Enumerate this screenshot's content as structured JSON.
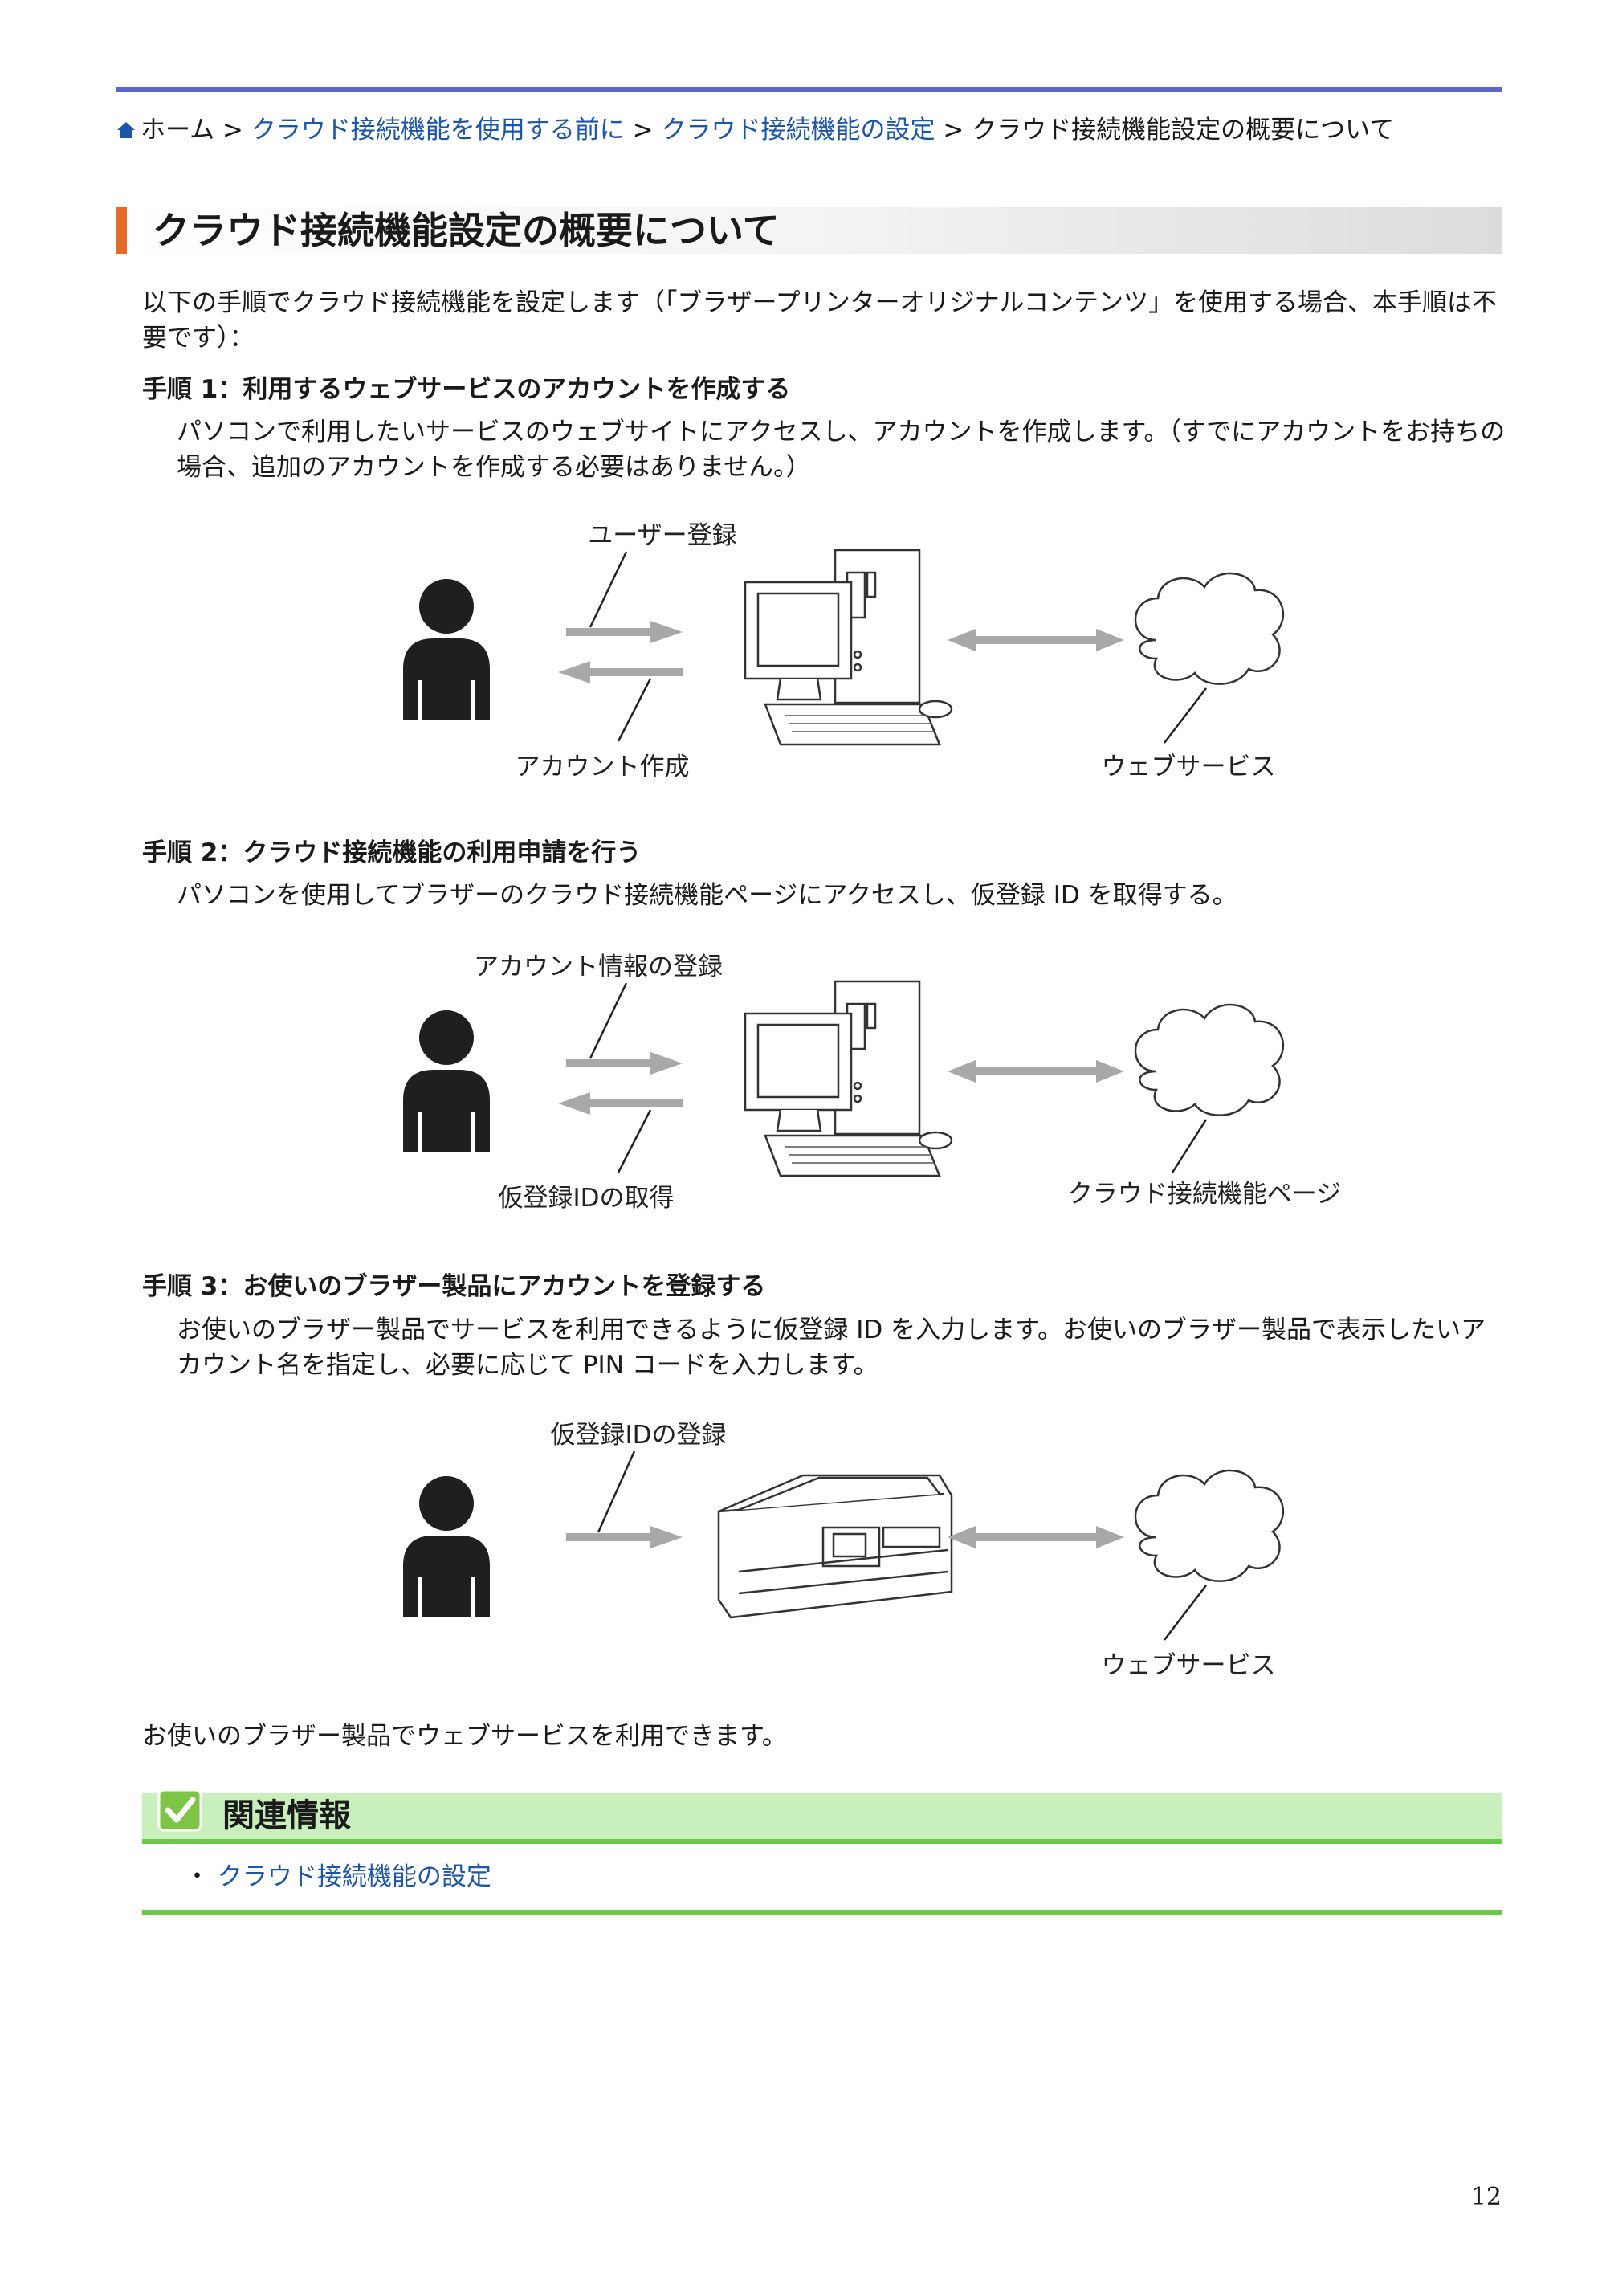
{
  "breadcrumb": {
    "home": "ホーム",
    "sep": " > ",
    "link1": "クラウド接続機能を使用する前に",
    "link2": "クラウド接続機能の設定",
    "current": "クラウド接続機能設定の概要について"
  },
  "title": "クラウド接続機能設定の概要について",
  "intro": "以下の手順でクラウド接続機能を設定します（「ブラザープリンターオリジナルコンテンツ」を使用する場合、本手順は不要です）：",
  "steps": [
    {
      "heading": "手順 1：利用するウェブサービスのアカウントを作成する",
      "body": "パソコンで利用したいサービスのウェブサイトにアクセスし、アカウントを作成します。（すでにアカウントをお持ちの場合、追加のアカウントを作成する必要はありません。）",
      "diagram": {
        "top_label": "ユーザー登録",
        "bottom_label": "アカウント作成",
        "cloud_label": "ウェブサービス"
      }
    },
    {
      "heading": "手順 2：クラウド接続機能の利用申請を行う",
      "body": "パソコンを使用してブラザーのクラウド接続機能ページにアクセスし、仮登録 ID を取得する。",
      "diagram": {
        "top_label": "アカウント情報の登録",
        "bottom_label": "仮登録IDの取得",
        "cloud_label": "クラウド接続機能ページ"
      }
    },
    {
      "heading": "手順 3：お使いのブラザー製品にアカウントを登録する",
      "body": "お使いのブラザー製品でサービスを利用できるように仮登録 ID を入力します。お使いのブラザー製品で表示したいアカウント名を指定し、必要に応じて PIN コードを入力します。",
      "diagram": {
        "top_label": "仮登録IDの登録",
        "cloud_label": "ウェブサービス"
      }
    }
  ],
  "conclusion": "お使いのブラザー製品でウェブサービスを利用できます。",
  "related": {
    "title": "関連情報",
    "bullet": "・",
    "link": "クラウド接続機能の設定"
  },
  "page_number": "12",
  "colors": {
    "link": "#1c56a8",
    "accent_orange": "#e4692a",
    "top_rule": "#5867c9",
    "related_green": "#6bc84a",
    "related_bg": "#c9efbd"
  }
}
